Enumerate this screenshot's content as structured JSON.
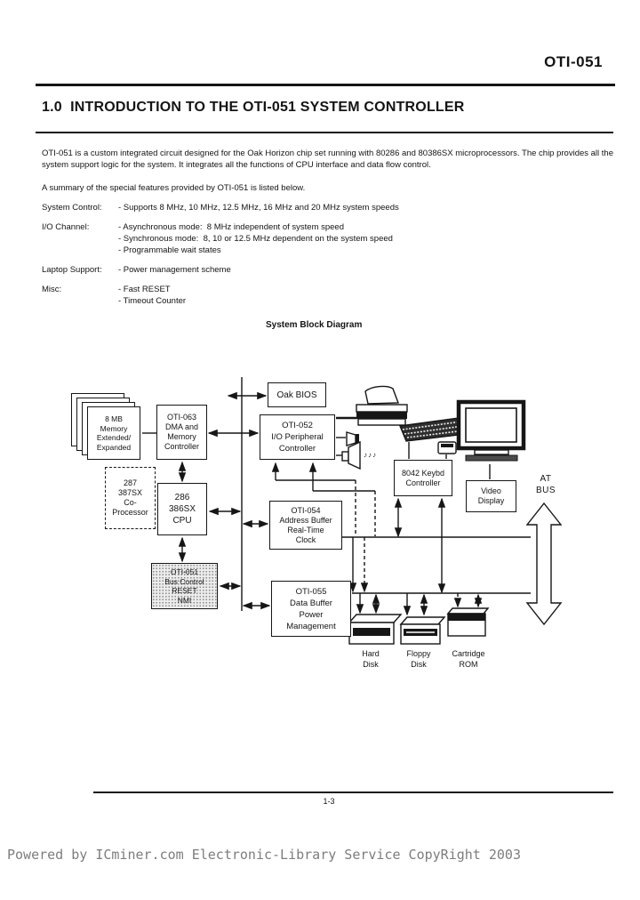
{
  "page": {
    "model": "OTI-051",
    "heading": "1.0  INTRODUCTION TO THE OTI-051 SYSTEM CONTROLLER",
    "intro": "OTI-051 is a custom integrated circuit designed for the Oak Horizon chip set running with 80286 and 80386SX microprocessors. The chip provides all the system support logic for the system. It integrates all the functions of CPU interface and data flow control.",
    "summary_line": "A summary of the special features provided by OTI-051 is listed below.",
    "page_number": "1-3",
    "footer": "Powered by ICminer.com Electronic-Library Service CopyRight 2003"
  },
  "features": [
    {
      "label": "System Control:",
      "items": [
        "- Supports 8 MHz, 10 MHz, 12.5 MHz, 16 MHz and 20 MHz system speeds"
      ]
    },
    {
      "label": "I/O Channel:",
      "items": [
        "- Asynchronous mode:  8 MHz independent of system speed",
        "- Synchronous mode:  8, 10 or 12.5 MHz dependent on the system speed",
        "- Programmable wait states"
      ]
    },
    {
      "label": "Laptop Support:",
      "items": [
        "- Power management scheme"
      ]
    },
    {
      "label": "Misc:",
      "items": [
        "- Fast RESET",
        "- Timeout Counter"
      ]
    }
  ],
  "diagram": {
    "title": "System Block Diagram",
    "boxes": {
      "memory": {
        "lines": [
          "8 MB",
          "Memory",
          "Extended/",
          "Expanded"
        ]
      },
      "oti063": {
        "lines": [
          "OTI-063",
          "DMA and",
          "Memory",
          "Controller"
        ]
      },
      "oak_bios": {
        "lines": [
          "Oak BIOS"
        ]
      },
      "oti052": {
        "lines": [
          "OTI-052",
          "I/O Peripheral",
          "Controller"
        ]
      },
      "coproc": {
        "lines": [
          "287",
          "387SX",
          "Co-",
          "Processor"
        ]
      },
      "cpu": {
        "lines": [
          "286",
          "386SX",
          "CPU"
        ]
      },
      "oti054": {
        "lines": [
          "OTI-054",
          "Address Buffer",
          "Real-Time",
          "Clock"
        ]
      },
      "oti051": {
        "lines": [
          "OTI-051",
          "Bus Control",
          "RESET",
          "NMI"
        ]
      },
      "oti055": {
        "lines": [
          "OTI-055",
          "Data Buffer",
          "Power",
          "Management"
        ]
      },
      "kbc": {
        "lines": [
          "8042 Keybd",
          "Controller"
        ]
      },
      "video": {
        "lines": [
          "Video",
          "Display"
        ]
      }
    },
    "labels": {
      "at_bus": [
        "AT",
        "BUS"
      ],
      "hard_disk": [
        "Hard",
        "Disk"
      ],
      "floppy_disk": [
        "Floppy",
        "Disk"
      ],
      "cartridge_rom": [
        "Cartridge",
        "ROM"
      ],
      "speaker_notes": "♪♪♪"
    }
  }
}
